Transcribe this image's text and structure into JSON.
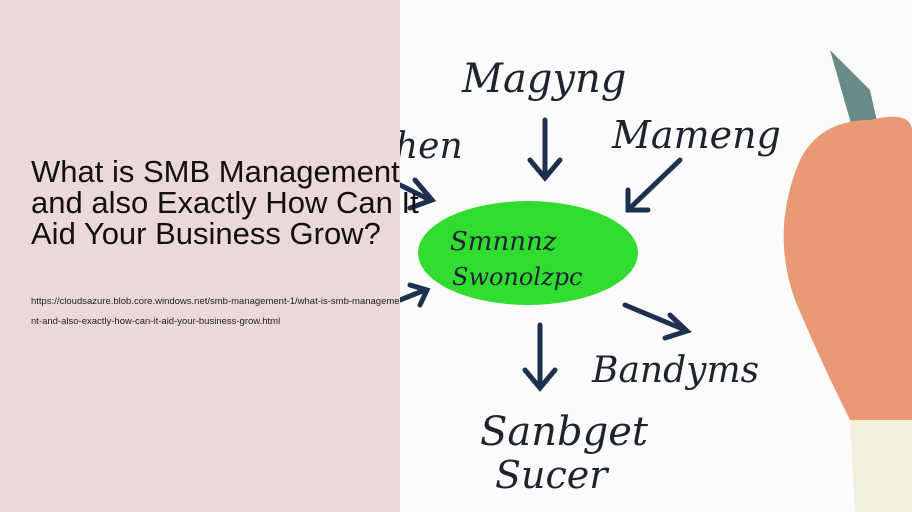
{
  "article": {
    "title": "What is SMB Management and also Exactly How Can It Aid Your Business Grow?",
    "url": "https://cloudsazure.blob.core.windows.net/smb-management-1/what-is-smb-management-and-also-exactly-how-can-it-aid-your-business-grow.html"
  },
  "image": {
    "words": [
      "Magyng",
      "hen",
      "Mameng",
      "Smnnnz",
      "Swonolzpc",
      "Bandyms",
      "Sanbget",
      "Sucer"
    ],
    "colors": {
      "bubble": "#2fdc2f",
      "ink": "#1d2330",
      "background": "#fbfbfb"
    }
  }
}
